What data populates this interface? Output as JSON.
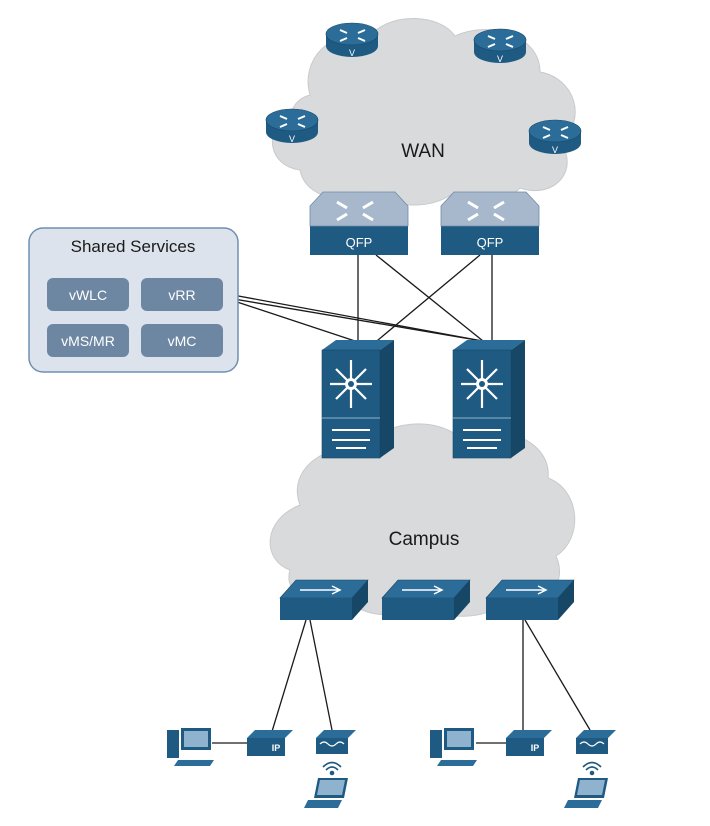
{
  "wan": {
    "label": "WAN",
    "router_badge": "V"
  },
  "edge_routers": [
    {
      "label": "QFP"
    },
    {
      "label": "QFP"
    }
  ],
  "shared_services": {
    "title": "Shared Services",
    "items": [
      "vWLC",
      "vRR",
      "vMS/MR",
      "vMC"
    ]
  },
  "campus": {
    "label": "Campus"
  },
  "phone_badge": "IP",
  "colors": {
    "device": "#1f5a83",
    "device_dark": "#174766",
    "cloud": "#d9dadc",
    "services_bg": "#dde3ec",
    "services_border": "#6f8fb3",
    "service_box": "#6d87a3",
    "qfp_top": "#a7b8cc",
    "line": "#1a1a1a"
  }
}
